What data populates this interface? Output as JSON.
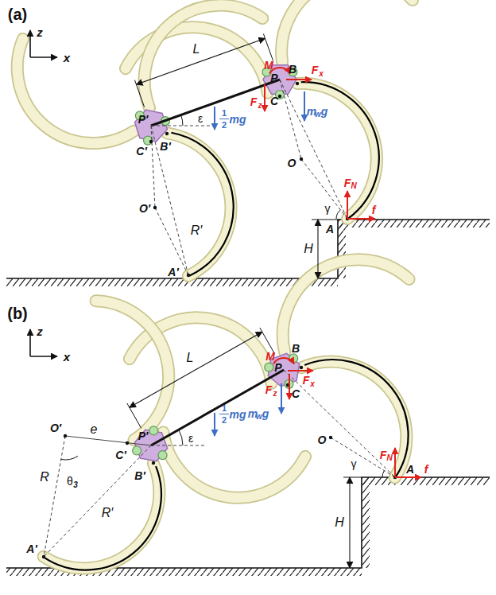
{
  "diagram": {
    "labels": [
      "(a)",
      "z",
      "x",
      "L",
      "M",
      "P",
      "B",
      "F",
      "x",
      "F",
      "z",
      "C",
      "m",
      "w",
      "g",
      "O",
      "F",
      "N",
      "A",
      "γ",
      "f",
      "1",
      "2",
      "mg",
      "P′",
      "ε",
      "B′",
      "C′",
      "O′",
      "R′",
      "A′",
      "H",
      "(b)",
      "z",
      "x",
      "L",
      "B",
      "P",
      "M",
      "F",
      "x",
      "C",
      "F",
      "z",
      "m",
      "w",
      "g",
      "O",
      "F",
      "N",
      "γ",
      "A",
      "f",
      "1",
      "2",
      "mg",
      "O′",
      "e",
      "C′",
      "P′",
      "ε",
      "B′",
      "R",
      "θ",
      "3",
      "R′",
      "A′",
      "H"
    ]
  }
}
